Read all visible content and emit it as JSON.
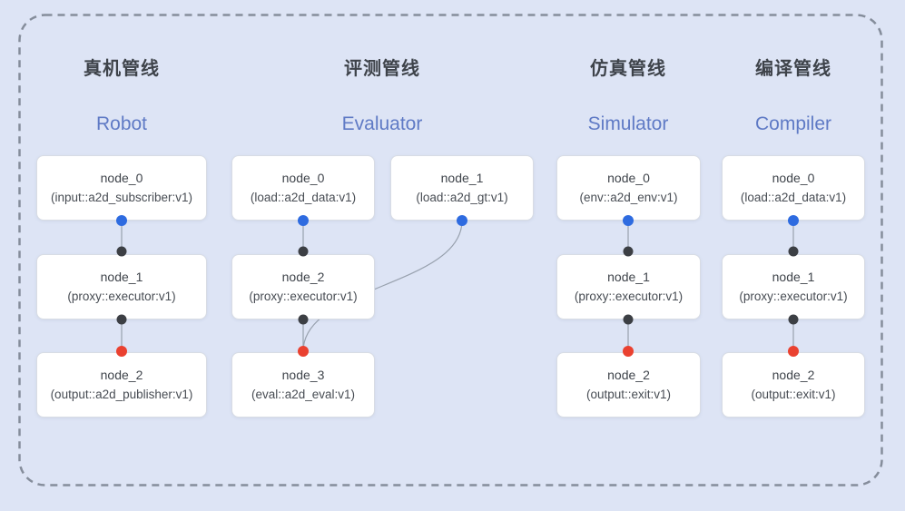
{
  "diagram": {
    "kind": "pipeline-flow-diagram"
  },
  "colors": {
    "background": "#dde4f5",
    "frame_dash": "#858d9b",
    "node_bg": "#ffffff",
    "node_border": "#d8dce4",
    "edge": "#98a1ae",
    "port_blue": "#2e6be0",
    "port_black": "#3c3f44",
    "port_red": "#ea4130",
    "title_text": "#3e434a",
    "subtitle_text": "#5f7ac5",
    "node_text": "#42474e"
  },
  "pipelines": [
    {
      "title": "真机管线",
      "subtitle": "Robot",
      "nodes": [
        {
          "label": "node_0",
          "type": "(input::a2d_subscriber:v1)"
        },
        {
          "label": "node_1",
          "type": "(proxy::executor:v1)"
        },
        {
          "label": "node_2",
          "type": "(output::a2d_publisher:v1)"
        }
      ],
      "edges": [
        "node_0 -> node_1",
        "node_1 -> node_2"
      ]
    },
    {
      "title": "评测管线",
      "subtitle": "Evaluator",
      "nodes": [
        {
          "label": "node_0",
          "type": "(load::a2d_data:v1)"
        },
        {
          "label": "node_1",
          "type": "(load::a2d_gt:v1)"
        },
        {
          "label": "node_2",
          "type": "(proxy::executor:v1)"
        },
        {
          "label": "node_3",
          "type": "(eval::a2d_eval:v1)"
        }
      ],
      "edges": [
        "node_0 -> node_2",
        "node_2 -> node_3",
        "node_1 -> node_3"
      ]
    },
    {
      "title": "仿真管线",
      "subtitle": "Simulator",
      "nodes": [
        {
          "label": "node_0",
          "type": "(env::a2d_env:v1)"
        },
        {
          "label": "node_1",
          "type": "(proxy::executor:v1)"
        },
        {
          "label": "node_2",
          "type": "(output::exit:v1)"
        }
      ],
      "edges": [
        "node_0 -> node_1",
        "node_1 -> node_2"
      ]
    },
    {
      "title": "编译管线",
      "subtitle": "Compiler",
      "nodes": [
        {
          "label": "node_0",
          "type": "(load::a2d_data:v1)"
        },
        {
          "label": "node_1",
          "type": "(proxy::executor:v1)"
        },
        {
          "label": "node_2",
          "type": "(output::exit:v1)"
        }
      ],
      "edges": [
        "node_0 -> node_1",
        "node_1 -> node_2"
      ]
    }
  ]
}
